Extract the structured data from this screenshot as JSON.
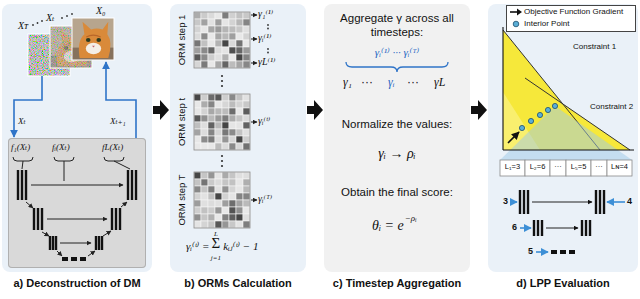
{
  "diagram": {
    "nodes": [
      {
        "text": [
          "a) Deconstruction of DM"
        ]
      },
      {
        "text": [
          "f₁(Xₜ)",
          "fᵢ(Xₜ)",
          "fL(Xₜ)"
        ],
        "in": 0
      },
      {
        "text": [
          "b) ORMs Calculation"
        ]
      },
      {
        "text": [
          "c) Timestep Aggregation",
          "Aggregate γ across all timesteps:",
          "Normalize the values:",
          "Obtain the final score:"
        ]
      },
      {
        "text": [
          "d) LPP Evaluation"
        ]
      }
    ],
    "edges": [
      {
        "from": 0,
        "to": 2,
        "arrow": "to"
      },
      {
        "from": 2,
        "to": 3,
        "arrow": "to"
      },
      {
        "from": 3,
        "to": 4,
        "arrow": "to"
      }
    ],
    "labels": [
      "Xᴛ",
      "Xₜ",
      "X₀",
      "Xₜ",
      "Xₜ₊₁",
      "ORM step 1",
      "γ₁⁽¹⁾",
      "γᵢ⁽¹⁾",
      "γL⁽¹⁾",
      "ORM step t",
      "γᵢ⁽ᵗ⁾",
      "ORM step T",
      "γᵢ⁽ᵀ⁾",
      "γᵢ⁽ᵗ⁾ =",
      "L",
      "Σ",
      "j=1",
      "kᵢⱼ⁽ᵗ⁾ − 1",
      "γᵢ⁽¹⁾ ··· γᵢ⁽ᵀ⁾",
      "γ₁",
      "···",
      "γᵢ",
      "···",
      "γL",
      "γᵢ → ρᵢ",
      "θᵢ = e",
      "−ρᵢ",
      "Constraint 1",
      "Constraint 2",
      "L₁=3",
      "L₂=6",
      "···",
      "L₅=5",
      "···",
      "Lɴ=4",
      "3",
      "6",
      "5",
      "4"
    ],
    "legend": [
      {
        "text": "Objective Function Gradient"
      },
      {
        "text": "Interior Point"
      }
    ]
  }
}
